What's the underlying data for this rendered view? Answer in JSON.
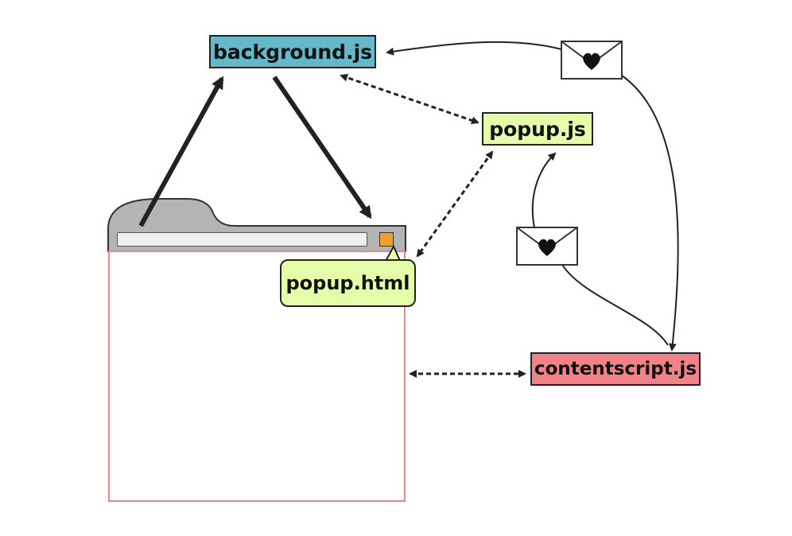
{
  "diagram": {
    "nodes": {
      "background": {
        "label": "background.js",
        "fill": "#64b8c8"
      },
      "popup_js": {
        "label": "popup.js",
        "fill": "#e5fca8"
      },
      "contentscript": {
        "label": "contentscript.js",
        "fill": "#f08288"
      },
      "popup_html": {
        "label": "popup.html",
        "fill": "#e5fca8"
      }
    },
    "browser": {
      "tab_fill": "#b4b4b4",
      "content_border": "#e8868a",
      "extension_button_fill": "#f0a030"
    },
    "edges": [
      {
        "from": "browser",
        "to": "background.js",
        "style": "solid-thick"
      },
      {
        "from": "background.js",
        "to": "extension-button",
        "style": "solid-thick"
      },
      {
        "from": "background.js",
        "to": "popup.js",
        "style": "dashed-bidirectional"
      },
      {
        "from": "popup.js",
        "to": "popup.html",
        "style": "dashed-bidirectional"
      },
      {
        "from": "page",
        "to": "contentscript.js",
        "style": "dashed-bidirectional"
      },
      {
        "from": "contentscript.js",
        "to": "background.js",
        "style": "message"
      },
      {
        "from": "background.js",
        "to": "contentscript.js",
        "style": "message"
      },
      {
        "from": "contentscript.js",
        "to": "popup.js",
        "style": "message"
      }
    ],
    "message_icon": "envelope-heart-icon"
  }
}
